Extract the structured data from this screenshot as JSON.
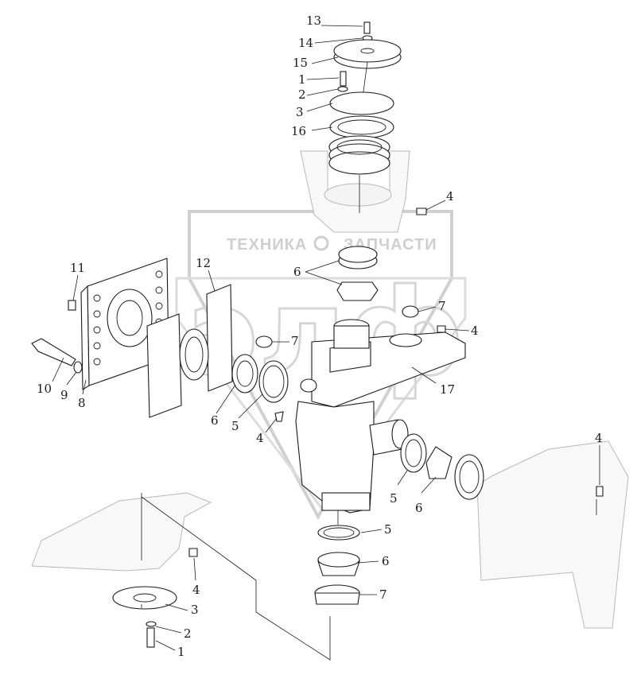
{
  "watermark": {
    "text_left": "ТЕХНИКА",
    "text_right": "ЗАПЧАСТИ",
    "logo_letters": "элф"
  },
  "callouts": [
    {
      "id": "c13",
      "label": "13"
    },
    {
      "id": "c14",
      "label": "14"
    },
    {
      "id": "c15",
      "label": "15"
    },
    {
      "id": "c1a",
      "label": "1"
    },
    {
      "id": "c2a",
      "label": "2"
    },
    {
      "id": "c3a",
      "label": "3"
    },
    {
      "id": "c16",
      "label": "16"
    },
    {
      "id": "c4a",
      "label": "4"
    },
    {
      "id": "c6a",
      "label": "6"
    },
    {
      "id": "c7a",
      "label": "7"
    },
    {
      "id": "c4b",
      "label": "4"
    },
    {
      "id": "c11",
      "label": "11"
    },
    {
      "id": "c12",
      "label": "12"
    },
    {
      "id": "c7b",
      "label": "7"
    },
    {
      "id": "c10",
      "label": "10"
    },
    {
      "id": "c9",
      "label": "9"
    },
    {
      "id": "c8",
      "label": "8"
    },
    {
      "id": "c6b",
      "label": "6"
    },
    {
      "id": "c5a",
      "label": "5"
    },
    {
      "id": "c4c",
      "label": "4"
    },
    {
      "id": "c17",
      "label": "17"
    },
    {
      "id": "c4d",
      "label": "4"
    },
    {
      "id": "c5b",
      "label": "5"
    },
    {
      "id": "c6c",
      "label": "6"
    },
    {
      "id": "c5c",
      "label": "5"
    },
    {
      "id": "c6d",
      "label": "6"
    },
    {
      "id": "c7c",
      "label": "7"
    },
    {
      "id": "c4e",
      "label": "4"
    },
    {
      "id": "c3b",
      "label": "3"
    },
    {
      "id": "c2b",
      "label": "2"
    },
    {
      "id": "c1b",
      "label": "1"
    }
  ]
}
